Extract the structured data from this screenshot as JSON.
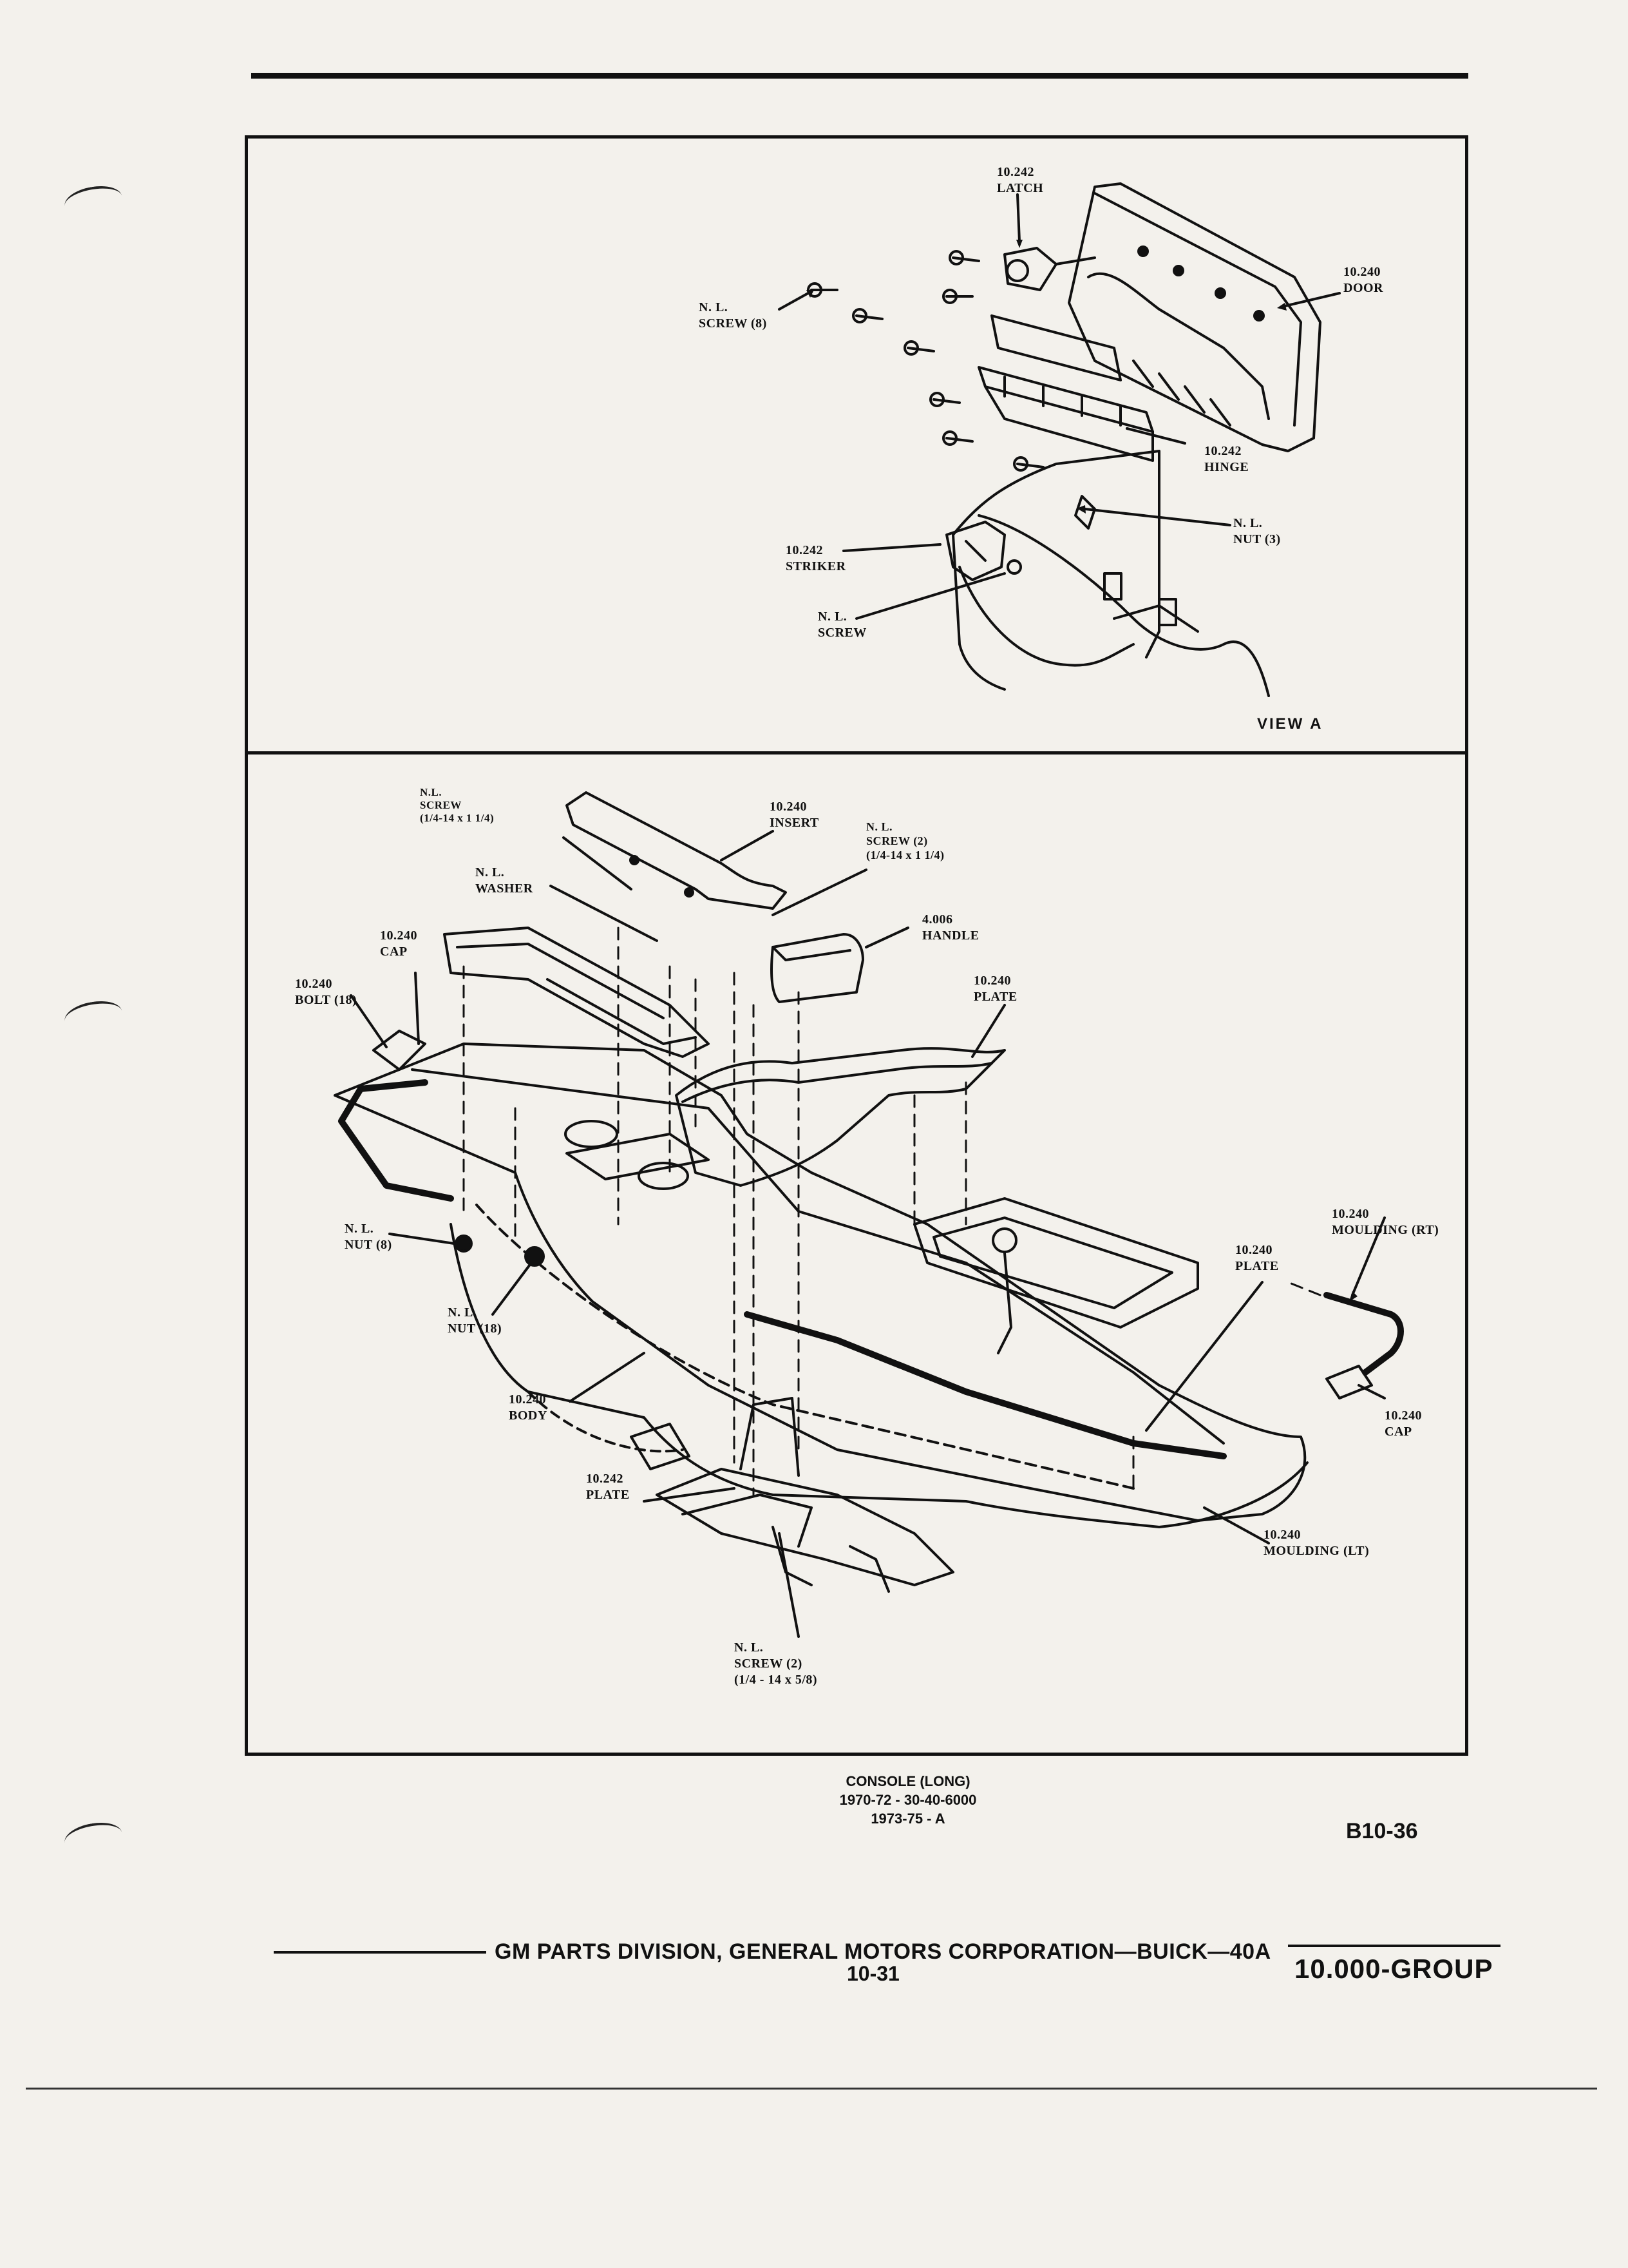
{
  "view_a": {
    "latch": [
      "10.242",
      "LATCH"
    ],
    "door": [
      "10.240",
      "DOOR"
    ],
    "screw_8": [
      "N. L.",
      "SCREW (8)"
    ],
    "hinge": [
      "10.242",
      "HINGE"
    ],
    "nut_3": [
      "N. L.",
      "NUT (3)"
    ],
    "striker": [
      "10.242",
      "STRIKER"
    ],
    "screw": [
      "N. L.",
      "SCREW"
    ],
    "view_label": "VIEW A"
  },
  "main": {
    "screw_top": [
      "N.L.",
      "SCREW",
      "(1/4-14 x 1 1/4)"
    ],
    "insert": [
      "10.240",
      "INSERT"
    ],
    "screw_2_top": [
      "N. L.",
      "SCREW (2)",
      "(1/4-14 x 1 1/4)"
    ],
    "washer": [
      "N. L.",
      "WASHER"
    ],
    "handle": [
      "4.006",
      "HANDLE"
    ],
    "cap_left": [
      "10.240",
      "CAP"
    ],
    "bolt": [
      "10.240",
      "BOLT (18)"
    ],
    "plate_right": [
      "10.240",
      "PLATE"
    ],
    "nut_8": [
      "N. L.",
      "NUT (8)"
    ],
    "nut_18": [
      "N. L.",
      "NUT (18)"
    ],
    "moulding_rt": [
      "10.240",
      "MOULDING (RT)"
    ],
    "plate_mid": [
      "10.240",
      "PLATE"
    ],
    "body": [
      "10.240",
      "BODY"
    ],
    "cap_right": [
      "10.240",
      "CAP"
    ],
    "plate_bottom": [
      "10.242",
      "PLATE"
    ],
    "moulding_lt": [
      "10.240",
      "MOULDING (LT)"
    ],
    "screw_2_bottom": [
      "N. L.",
      "SCREW (2)",
      "(1/4 - 14 x 5/8)"
    ]
  },
  "caption": {
    "title": "CONSOLE (LONG)",
    "line1": "1970-72 - 30-40-6000",
    "line2": "1973-75 - A",
    "code": "B10-36"
  },
  "footer": {
    "text": "GM PARTS DIVISION, GENERAL MOTORS CORPORATION—BUICK—40A",
    "page": "10-31",
    "group": "10.000-GROUP"
  }
}
